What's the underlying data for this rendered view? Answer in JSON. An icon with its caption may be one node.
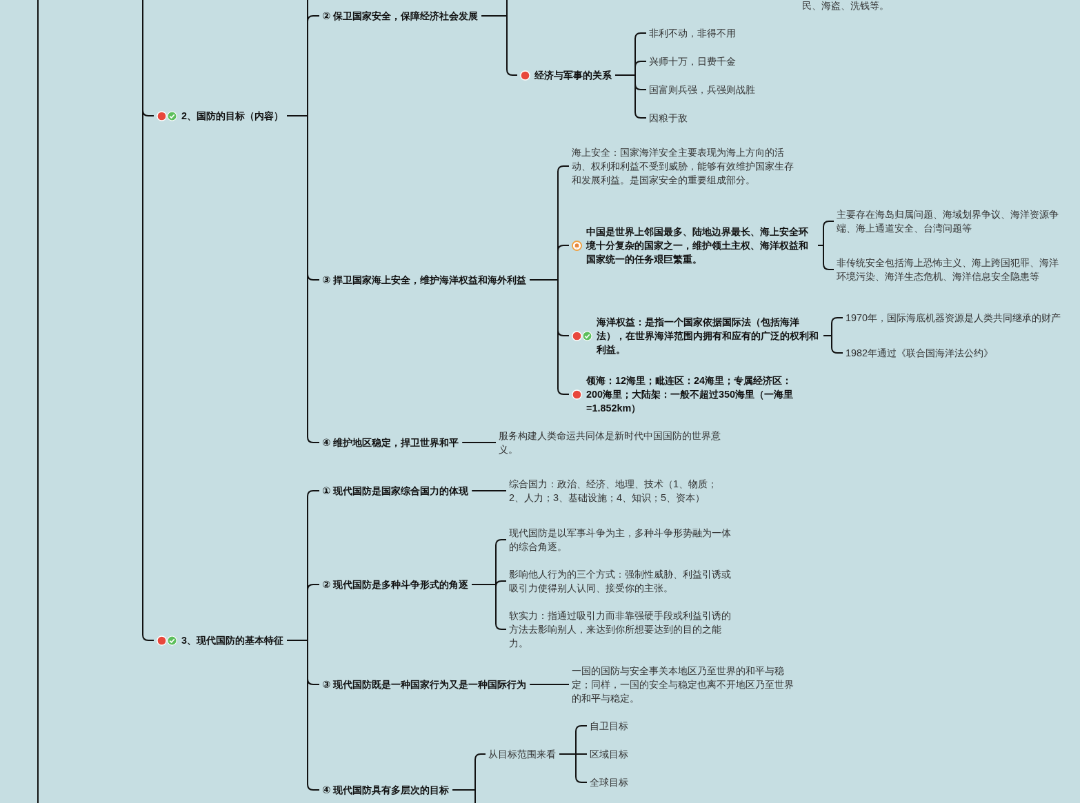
{
  "diagram": {
    "nodes": [
      {
        "text": [
          "2、国防的目标（内容）"
        ]
      },
      {
        "text": [
          "② 保卫国家安全，保障经济社会发展"
        ]
      },
      {
        "text": [
          "经济与军事的关系"
        ]
      },
      {
        "text": [
          "非利不动，非得不用"
        ]
      },
      {
        "text": [
          "兴师十万，日费千金"
        ]
      },
      {
        "text": [
          "国富则兵强，兵强则战胜"
        ]
      },
      {
        "text": [
          "因粮于敌"
        ]
      },
      {
        "text": [
          "③ 捍卫国家海上安全，维护海洋权益和海外利益"
        ]
      },
      {
        "text": [
          "海上安全：国家海洋安全主要表现为海上方向的活动、权利和利益不受到威胁，能够有效维护国家生存和发展利益。是国家安全的重要组成部分。"
        ]
      },
      {
        "text": [
          "中国是世界上邻国最多、陆地边界最长、海上安全环境十分复杂的国家之一，维护领土主权、海洋权益和国家统一的任务艰巨繁重。"
        ]
      },
      {
        "text": [
          "主要存在海岛归属问题、海域划界争议、海洋资源争端、海上通道安全、台湾问题等"
        ]
      },
      {
        "text": [
          "非传统安全包括海上恐怖主义、海上跨国犯罪、海洋环境污染、海洋生态危机、海洋信息安全隐患等"
        ]
      },
      {
        "text": [
          "海洋权益：是指一个国家依据国际法（包括海洋法），在世界海洋范围内拥有和应有的广泛的权利和利益。"
        ]
      },
      {
        "text": [
          "1970年，国际海底机器资源是人类共同继承的财产"
        ]
      },
      {
        "text": [
          "1982年通过《联合国海洋法公约》"
        ]
      },
      {
        "text": [
          "领海：12海里；毗连区：24海里；专属经济区：200海里；大陆架：一般不超过350海里（一海里=1.852km）"
        ]
      },
      {
        "text": [
          "④ 维护地区稳定，捍卫世界和平"
        ]
      },
      {
        "text": [
          "服务构建人类命运共同体是新时代中国国防的世界意义。"
        ]
      },
      {
        "text": [
          "3、现代国防的基本特征"
        ]
      },
      {
        "text": [
          "① 现代国防是国家综合国力的体现"
        ]
      },
      {
        "text": [
          "综合国力：政治、经济、地理、技术（1、物质；2、人力；3、基础设施；4、知识；5、资本）"
        ]
      },
      {
        "text": [
          "② 现代国防是多种斗争形式的角逐"
        ]
      },
      {
        "text": [
          "现代国防是以军事斗争为主，多种斗争形势融为一体的综合角逐。"
        ]
      },
      {
        "text": [
          "影响他人行为的三个方式：强制性威胁、利益引诱或吸引力使得别人认同、接受你的主张。"
        ]
      },
      {
        "text": [
          "软实力：指通过吸引力而非靠强硬手段或利益引诱的方法去影响别人，来达到你所想要达到的目的之能力。"
        ]
      },
      {
        "text": [
          "③ 现代国防既是一种国家行为又是一种国际行为"
        ]
      },
      {
        "text": [
          "一国的国防与安全事关本地区乃至世界的和平与稳定；同样，一国的安全与稳定也离不开地区乃至世界的和平与稳定。"
        ]
      },
      {
        "text": [
          "④ 现代国防具有多层次的目标"
        ]
      },
      {
        "text": [
          "从目标范围来看"
        ]
      },
      {
        "text": [
          "自卫目标"
        ]
      },
      {
        "text": [
          "区域目标"
        ]
      },
      {
        "text": [
          "全球目标"
        ]
      }
    ],
    "edges": [
      {
        "from": null,
        "to": 0,
        "arrow": "none"
      },
      {
        "from": 0,
        "to": null,
        "arrow": "none"
      },
      {
        "from": 0,
        "to": 1,
        "arrow": "none"
      },
      {
        "from": 1,
        "to": null,
        "arrow": "none"
      },
      {
        "from": 1,
        "to": 2,
        "arrow": "none"
      },
      {
        "from": 2,
        "to": 3,
        "arrow": "none"
      },
      {
        "from": 2,
        "to": 4,
        "arrow": "none"
      },
      {
        "from": 2,
        "to": 5,
        "arrow": "none"
      },
      {
        "from": 2,
        "to": 6,
        "arrow": "none"
      },
      {
        "from": 0,
        "to": 7,
        "arrow": "none"
      },
      {
        "from": 7,
        "to": 8,
        "arrow": "none"
      },
      {
        "from": 7,
        "to": 9,
        "arrow": "none"
      },
      {
        "from": 9,
        "to": 10,
        "arrow": "none"
      },
      {
        "from": 9,
        "to": 11,
        "arrow": "none"
      },
      {
        "from": 7,
        "to": 12,
        "arrow": "none"
      },
      {
        "from": 12,
        "to": 13,
        "arrow": "none"
      },
      {
        "from": 12,
        "to": 14,
        "arrow": "none"
      },
      {
        "from": 7,
        "to": 15,
        "arrow": "none"
      },
      {
        "from": 0,
        "to": 16,
        "arrow": "none"
      },
      {
        "from": 16,
        "to": 17,
        "arrow": "none"
      },
      {
        "from": null,
        "to": 18,
        "arrow": "none"
      },
      {
        "from": 18,
        "to": 19,
        "arrow": "none"
      },
      {
        "from": 19,
        "to": 20,
        "arrow": "none"
      },
      {
        "from": 18,
        "to": 21,
        "arrow": "none"
      },
      {
        "from": 21,
        "to": 22,
        "arrow": "none"
      },
      {
        "from": 21,
        "to": 23,
        "arrow": "none"
      },
      {
        "from": 21,
        "to": 24,
        "arrow": "none"
      },
      {
        "from": 18,
        "to": 25,
        "arrow": "none"
      },
      {
        "from": 25,
        "to": 26,
        "arrow": "none"
      },
      {
        "from": 18,
        "to": 27,
        "arrow": "none"
      },
      {
        "from": 27,
        "to": 28,
        "arrow": "none"
      },
      {
        "from": 28,
        "to": 29,
        "arrow": "none"
      },
      {
        "from": 28,
        "to": 30,
        "arrow": "none"
      },
      {
        "from": 28,
        "to": 31,
        "arrow": "none"
      },
      {
        "from": 27,
        "to": null,
        "arrow": "none"
      }
    ],
    "labels": [
      "民、海盗、洗钱等。"
    ]
  }
}
